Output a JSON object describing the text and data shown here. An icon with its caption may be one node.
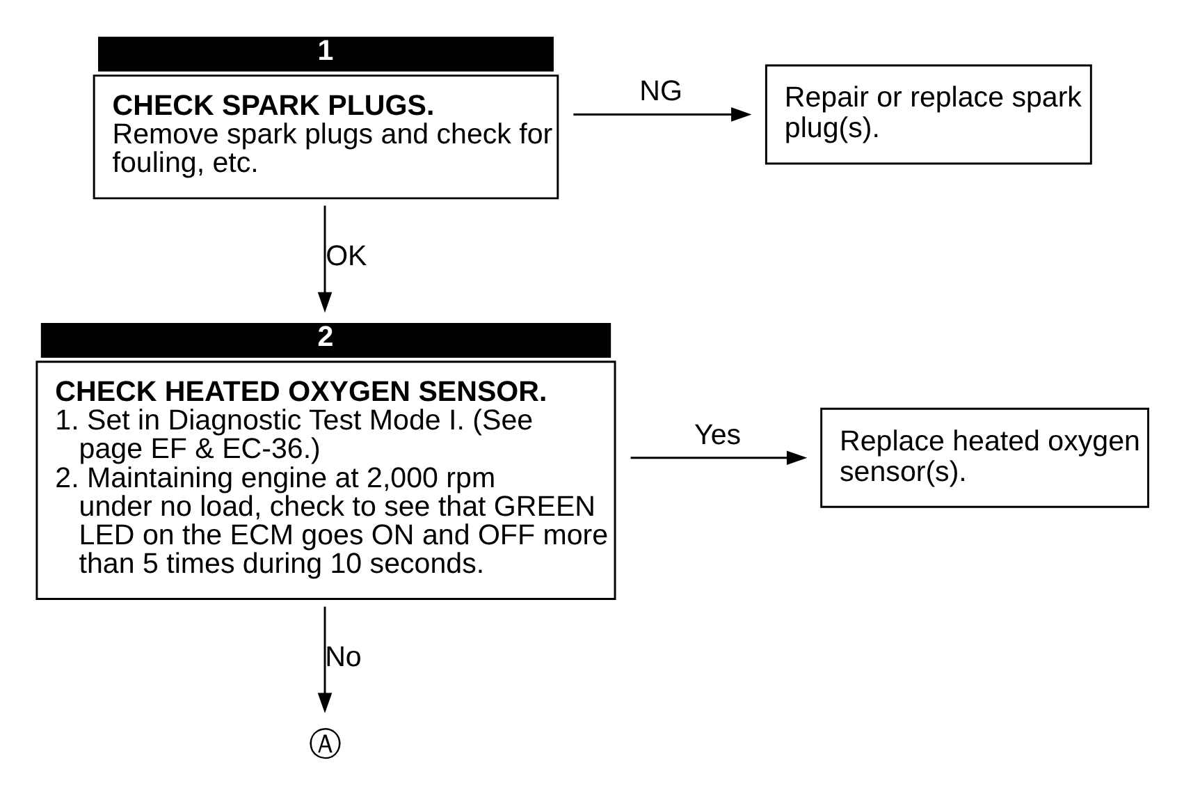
{
  "diagram": {
    "nodes": [
      {
        "text": [
          "CHECK SPARK PLUGS.",
          "Remove spark plugs and check for fouling, etc."
        ],
        "beside": [
          "1"
        ]
      },
      {
        "text": [
          "Repair or replace spark plug(s)."
        ]
      },
      {
        "text": [
          "CHECK HEATED OXYGEN SENSOR.",
          "1. Set in Diagnostic Test Mode I. (See page EF & EC-36.)",
          "2. Maintaining engine at 2,000 rpm under no load, check to see that GREEN LED on the ECM goes ON and OFF more than 5 times during 10 seconds."
        ],
        "beside": [
          "2"
        ]
      },
      {
        "text": [
          "Replace heated oxygen sensor(s)."
        ]
      },
      {
        "text": [
          "Ⓐ"
        ]
      }
    ],
    "edges": [
      {
        "from": 0,
        "to": 1,
        "arrow": "to",
        "label": "NG"
      },
      {
        "from": 0,
        "to": 2,
        "arrow": "to",
        "label": "OK"
      },
      {
        "from": 2,
        "to": 3,
        "arrow": "to",
        "label": "Yes"
      },
      {
        "from": 2,
        "to": 4,
        "arrow": "to",
        "label": "No"
      }
    ]
  }
}
